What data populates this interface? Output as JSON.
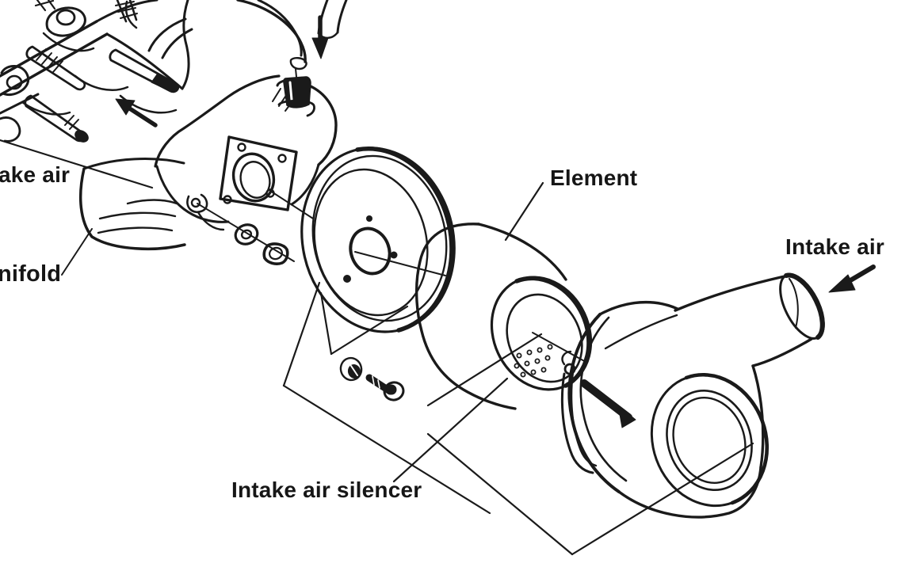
{
  "diagram": {
    "background_color": "#ffffff",
    "line_color": "#1a1a1a",
    "labels": {
      "intake_air_left": "ake air",
      "manifold_partial": "nifold",
      "element": "Element",
      "intake_air_right": "Intake air",
      "intake_air_silencer": "Intake air silencer"
    },
    "arrows": [
      {
        "name": "hose-flow-arrow",
        "direction": "down"
      },
      {
        "name": "manifold-flow-arrow",
        "direction": "up-left"
      },
      {
        "name": "intake-air-flow-arrow",
        "direction": "down-left"
      }
    ]
  }
}
